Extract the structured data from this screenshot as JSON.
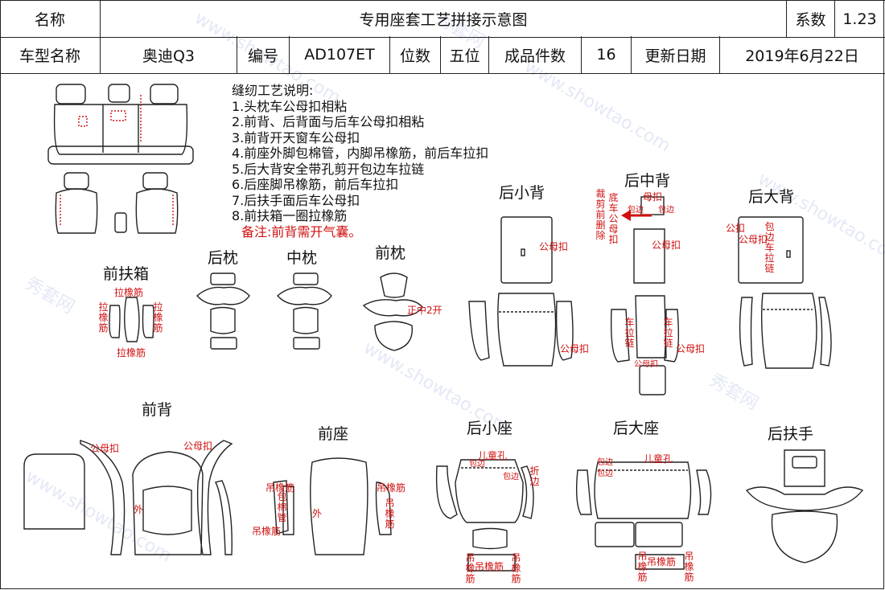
{
  "header": {
    "name_label": "名称",
    "title": "专用座套工艺拼接示意图",
    "coef_label": "系数",
    "coef_value": "1.23",
    "model_label": "车型名称",
    "model_value": "奥迪Q3",
    "code_label": "编号",
    "code_value": "AD107ET",
    "seats_label": "位数",
    "seats_value": "五位",
    "pieces_label": "成品件数",
    "pieces_value": "16",
    "date_label": "更新日期",
    "date_value": "2019年6月22日"
  },
  "notes": {
    "title": "缝纫工艺说明:",
    "items": [
      "1.头枕车公母扣相粘",
      "2.前背、后背面与后车公母扣相粘",
      "3.前背开天窗车公母扣",
      "4.前座外脚包棉管，内脚吊橡筋，前后车拉扣",
      "5.后大背安全带孔剪开包边车拉链",
      "6.后座脚吊橡筋，前后车拉扣",
      "7.后扶手面后车公母扣",
      "8.前扶箱一圈拉橡筋"
    ],
    "remark": "备注:前背需开气囊。"
  },
  "sections": {
    "front_armbox": "前扶箱",
    "rear_pillow": "后枕",
    "mid_pillow": "中枕",
    "front_pillow": "前枕",
    "rear_small_back": "后小背",
    "rear_mid_back": "后中背",
    "rear_big_back": "后大背",
    "front_back": "前背",
    "front_seat": "前座",
    "rear_small_seat": "后小座",
    "rear_big_seat": "后大座",
    "rear_armrest": "后扶手"
  },
  "annotations": {
    "la_xiangjin": "拉橡筋",
    "la_xiangjin_v": "拉橡筋",
    "gongmukou": "公母扣",
    "zheng_kai": "正中2开",
    "cut_note": "裁剪前删除",
    "bottom_gongmukou": "底车公母扣",
    "mukou": "母扣",
    "baobian": "包边",
    "che_lalian": "车拉链",
    "gongkou": "公扣",
    "baobian_che_lalian": "包边车拉链",
    "wai": "外",
    "diao_xiangjin": "吊橡筋",
    "bao_mianguan": "包棉管",
    "ertongkong": "儿童孔",
    "zhe": "折边"
  },
  "watermark": {
    "text_en": "www.showtao.com",
    "text_cn": "秀套网"
  }
}
